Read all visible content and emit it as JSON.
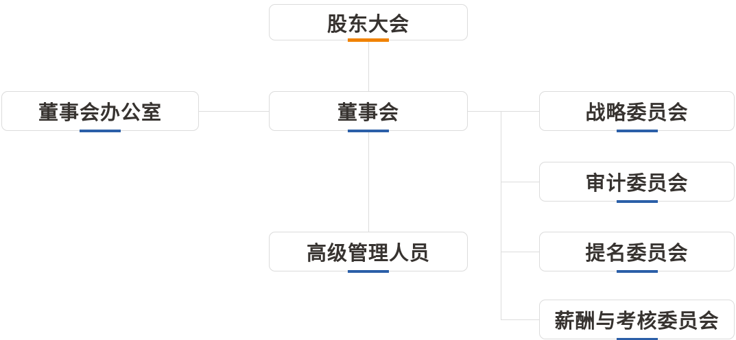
{
  "org_chart": {
    "type": "org-chart",
    "nodes": [
      {
        "id": "shareholders_meeting",
        "label": "股东大会",
        "accent": "orange"
      },
      {
        "id": "board_office",
        "label": "董事会办公室",
        "accent": "blue"
      },
      {
        "id": "board_of_directors",
        "label": "董事会",
        "accent": "blue"
      },
      {
        "id": "strategy_committee",
        "label": "战略委员会",
        "accent": "blue"
      },
      {
        "id": "audit_committee",
        "label": "审计委员会",
        "accent": "blue"
      },
      {
        "id": "senior_management",
        "label": "高级管理人员",
        "accent": "blue"
      },
      {
        "id": "nomination_committee",
        "label": "提名委员会",
        "accent": "blue"
      },
      {
        "id": "remuneration_appraisal_committee",
        "label": "薪酬与考核委员会",
        "accent": "blue"
      }
    ],
    "edges": [
      {
        "from": "shareholders_meeting",
        "to": "board_of_directors"
      },
      {
        "from": "board_of_directors",
        "to": "board_office"
      },
      {
        "from": "board_of_directors",
        "to": "senior_management"
      },
      {
        "from": "board_of_directors",
        "to": "strategy_committee"
      },
      {
        "from": "board_of_directors",
        "to": "audit_committee"
      },
      {
        "from": "board_of_directors",
        "to": "nomination_committee"
      },
      {
        "from": "board_of_directors",
        "to": "remuneration_appraisal_committee"
      }
    ],
    "colors": {
      "accent_orange": "#f08200",
      "accent_blue": "#2b5fa8",
      "box_border": "#dbdbdb",
      "connector": "#dcdcdc",
      "text": "#373330",
      "background": "#ffffff"
    }
  }
}
